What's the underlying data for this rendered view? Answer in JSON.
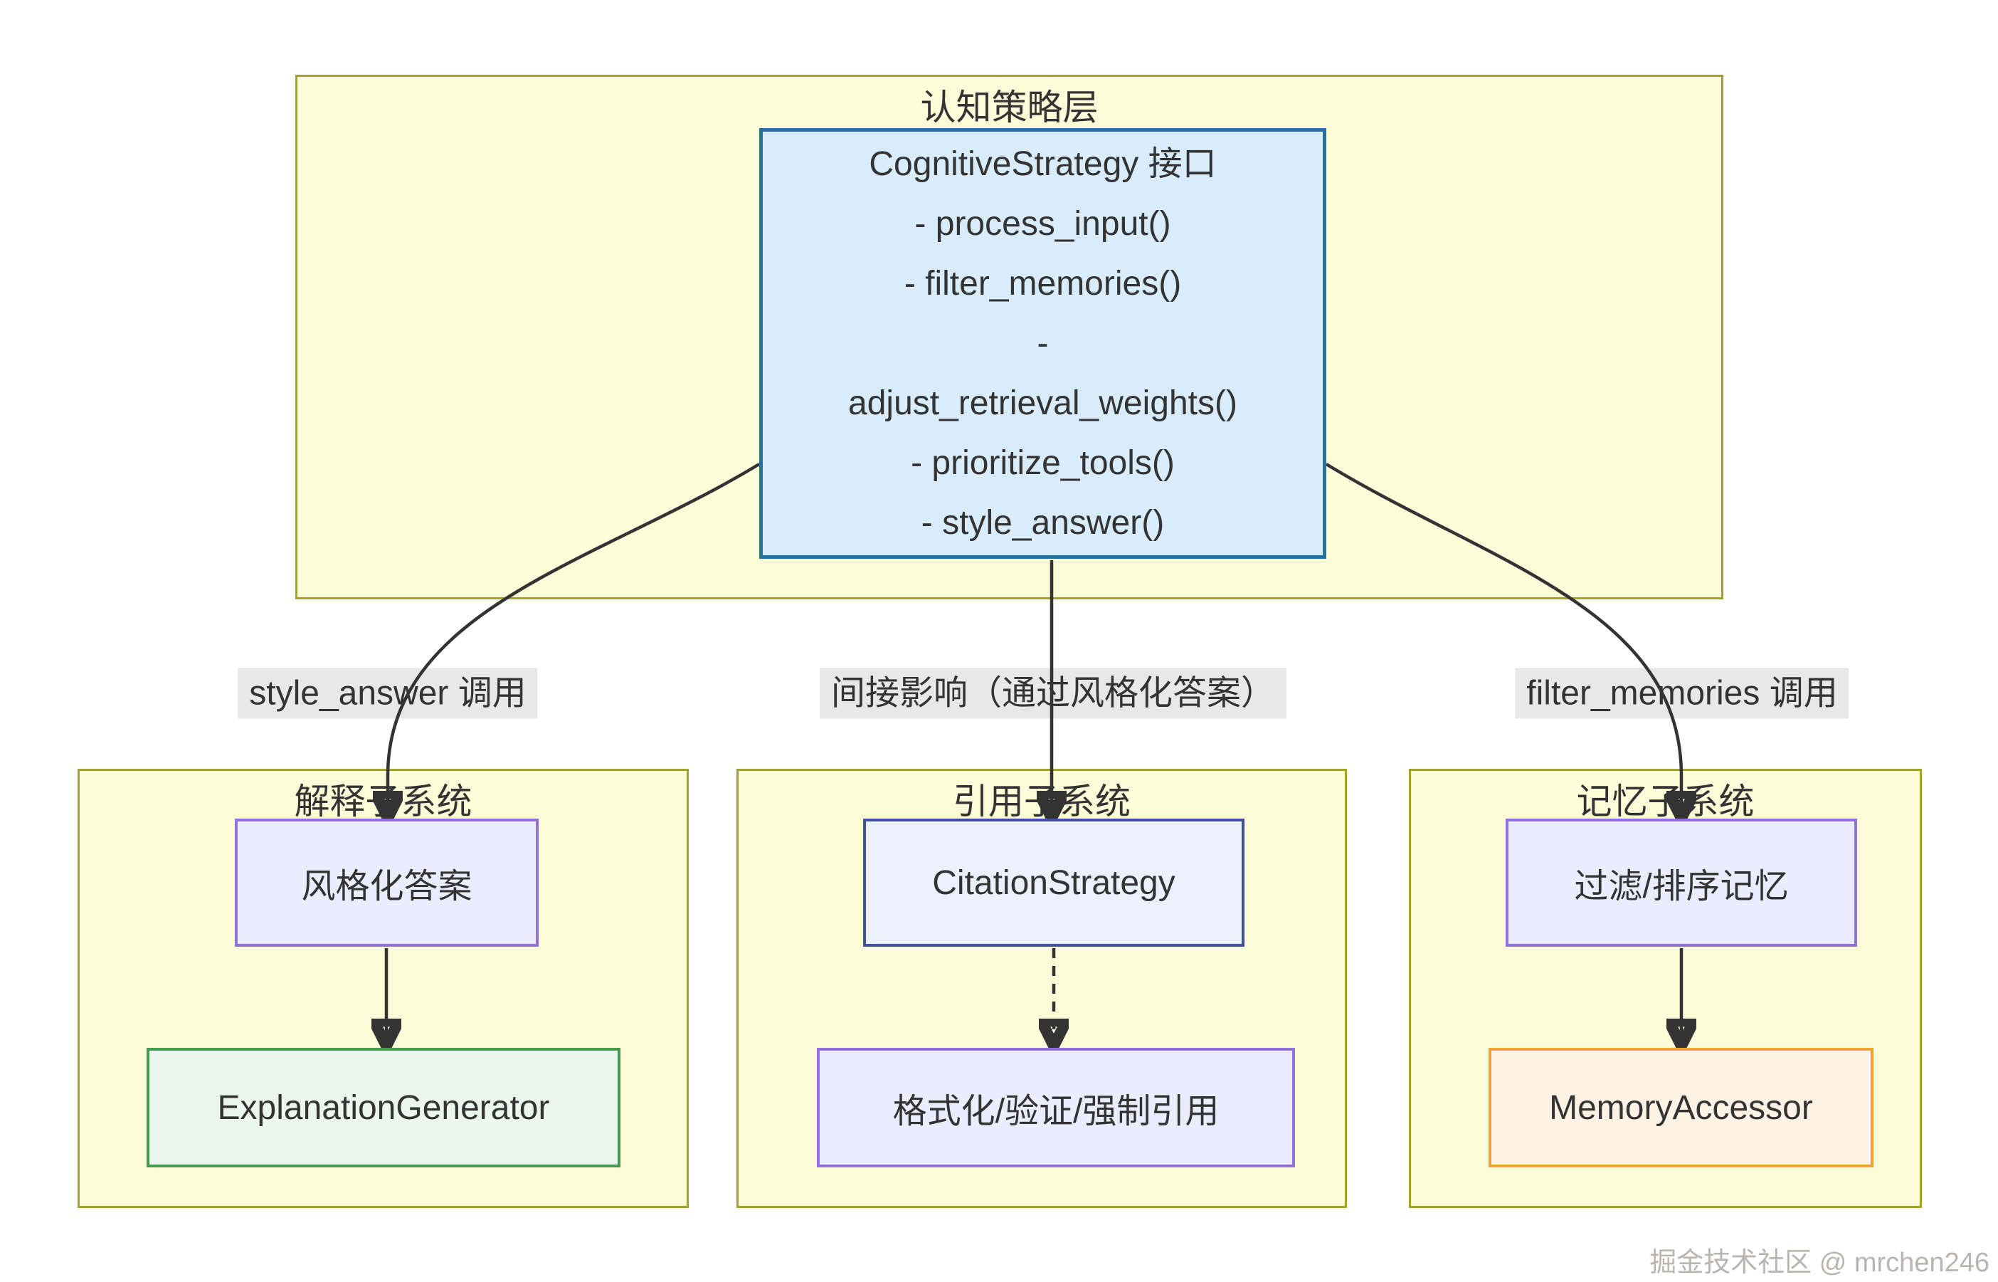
{
  "diagram": {
    "top_cluster": {
      "title": "认知策略层",
      "node": {
        "lines": [
          "CognitiveStrategy 接口",
          "- process_input()",
          "- filter_memories()",
          "-",
          "adjust_retrieval_weights()",
          "- prioritize_tools()",
          "- style_answer()"
        ]
      }
    },
    "edge_labels": [
      {
        "text": "style_answer 调用"
      },
      {
        "text": "间接影响（通过风格化答案）"
      },
      {
        "text": "filter_memories 调用"
      }
    ],
    "clusters": [
      {
        "title": "解释子系统",
        "top_node": "风格化答案",
        "bottom_node": "ExplanationGenerator"
      },
      {
        "title": "引用子系统",
        "top_node": "CitationStrategy",
        "bottom_node": "格式化/验证/强制引用"
      },
      {
        "title": "记忆子系统",
        "top_node": "过滤/排序记忆",
        "bottom_node": "MemoryAccessor"
      }
    ],
    "watermark": "掘金技术社区 @ mrchen246",
    "colors": {
      "cluster_fill": "#fcfcd9",
      "cluster_border": "#a3a32c",
      "main_node_fill": "#d8ecfb",
      "main_node_border": "#2471a3",
      "lavender_fill": "#ececff",
      "lavender_border": "#9370db",
      "citation_fill": "#eaf0fc",
      "citation_border": "#3f51a5",
      "green_fill": "#eaf6ee",
      "green_border": "#459a4d",
      "orange_fill": "#fdf2e3",
      "orange_border": "#f2a233",
      "edge_label_bg": "#e8e8e8",
      "line_color": "#333333",
      "text_color": "#333333",
      "watermark_color": "#b9b5b1"
    }
  }
}
